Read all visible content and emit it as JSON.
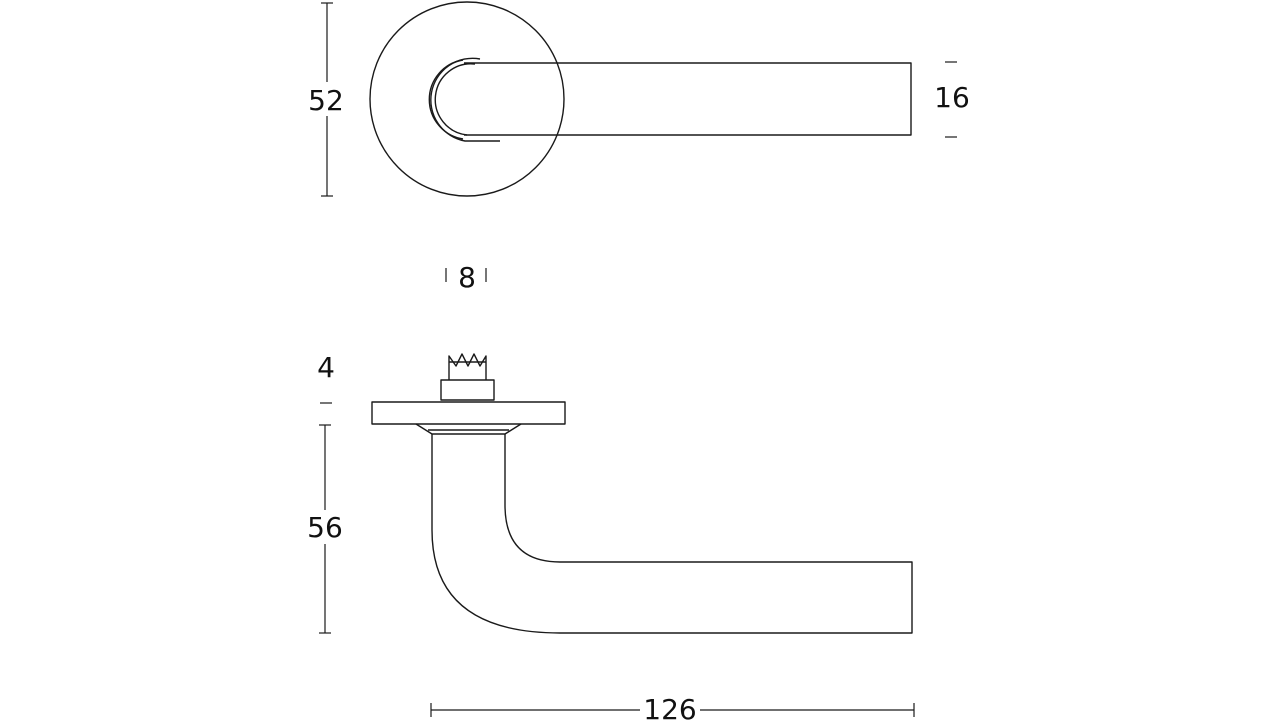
{
  "dimensions": {
    "rose_diameter": "52",
    "lever_thickness": "16",
    "spindle_width": "8",
    "rose_thickness": "4",
    "lever_height": "56",
    "lever_length": "126"
  },
  "colors": {
    "line": "#1a1a1a",
    "background": "#ffffff"
  }
}
